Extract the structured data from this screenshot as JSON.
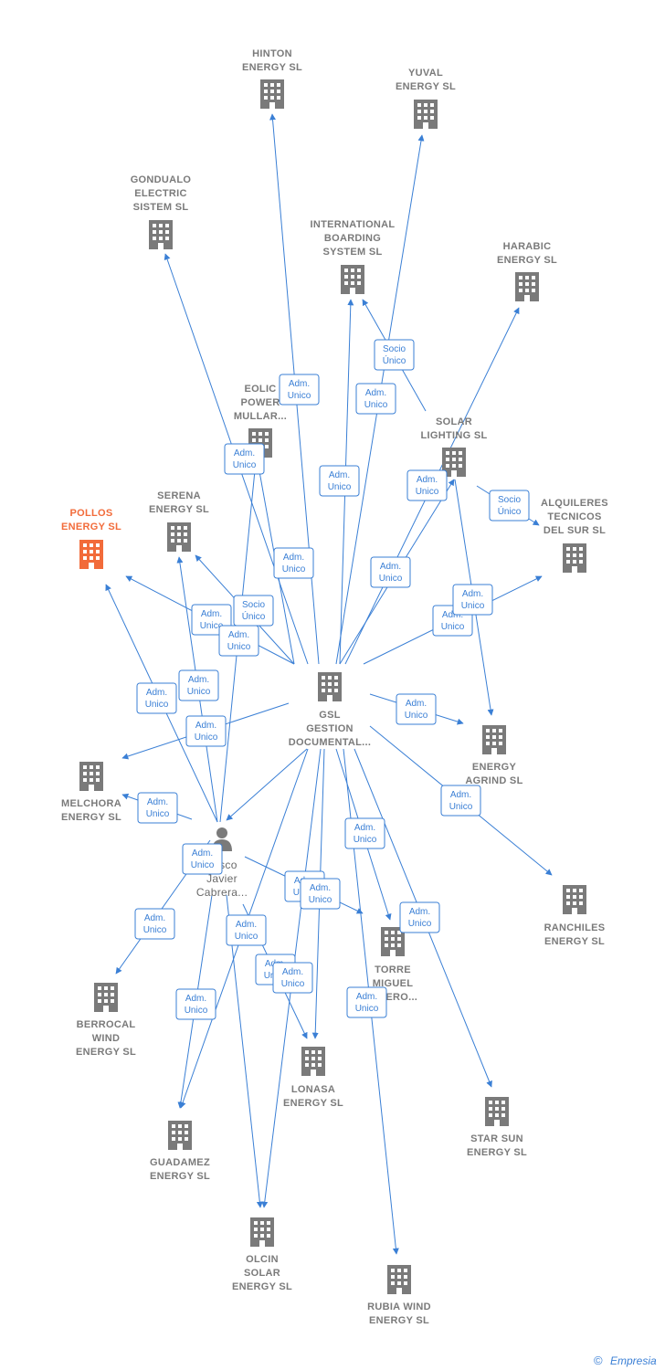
{
  "colors": {
    "edge": "#3a7fd5",
    "building": "#7a7a7a",
    "focus": "#f26b3a",
    "label": "#7a7a7a"
  },
  "nodes": [
    {
      "id": "hinton",
      "lines": [
        "HINTON",
        "ENERGY SL"
      ],
      "icon": "building-icon"
    },
    {
      "id": "yuval",
      "lines": [
        "YUVAL",
        "ENERGY SL"
      ],
      "icon": "building-icon"
    },
    {
      "id": "gondualo",
      "lines": [
        "GONDUALO",
        "ELECTRIC",
        "SISTEM SL"
      ],
      "icon": "building-icon"
    },
    {
      "id": "international",
      "lines": [
        "INTERNATIONAL",
        "BOARDING",
        "SYSTEM SL"
      ],
      "icon": "building-icon"
    },
    {
      "id": "harabic",
      "lines": [
        "HARABIC",
        "ENERGY SL"
      ],
      "icon": "building-icon"
    },
    {
      "id": "eolic",
      "lines": [
        "EOLIC",
        "POWER",
        "MULLAR..."
      ],
      "icon": "building-icon"
    },
    {
      "id": "solar",
      "lines": [
        "SOLAR",
        "LIGHTING SL"
      ],
      "icon": "building-icon"
    },
    {
      "id": "pollos",
      "lines": [
        "POLLOS",
        "ENERGY SL"
      ],
      "icon": "building-icon",
      "focus": true
    },
    {
      "id": "serena",
      "lines": [
        "SERENA",
        "ENERGY SL"
      ],
      "icon": "building-icon"
    },
    {
      "id": "alquileres",
      "lines": [
        "ALQUILERES",
        "TECNICOS",
        "DEL SUR SL"
      ],
      "icon": "building-icon"
    },
    {
      "id": "gsl",
      "lines": [
        "GSL",
        "GESTION",
        "DOCUMENTAL..."
      ],
      "icon": "building-icon"
    },
    {
      "id": "energyagrind",
      "lines": [
        "ENERGY",
        "AGRIND SL"
      ],
      "icon": "building-icon"
    },
    {
      "id": "melchora",
      "lines": [
        "MELCHORA",
        "ENERGY SL"
      ],
      "icon": "building-icon"
    },
    {
      "id": "person",
      "lines": [
        "...isco",
        "Javier",
        "Cabrera..."
      ],
      "icon": "person-icon",
      "person": true
    },
    {
      "id": "ranchiles",
      "lines": [
        "RANCHILES",
        "ENERGY SL"
      ],
      "icon": "building-icon"
    },
    {
      "id": "torre",
      "lines": [
        "TORRE",
        "MIGUEL",
        "...MERO..."
      ],
      "icon": "building-icon"
    },
    {
      "id": "berrocal",
      "lines": [
        "BERROCAL",
        "WIND",
        "ENERGY SL"
      ],
      "icon": "building-icon"
    },
    {
      "id": "lonasa",
      "lines": [
        "LONASA",
        "ENERGY SL"
      ],
      "icon": "building-icon"
    },
    {
      "id": "starsun",
      "lines": [
        "STAR SUN",
        "ENERGY SL"
      ],
      "icon": "building-icon"
    },
    {
      "id": "guadamez",
      "lines": [
        "GUADAMEZ",
        "ENERGY SL"
      ],
      "icon": "building-icon"
    },
    {
      "id": "olcin",
      "lines": [
        "OLCIN",
        "SOLAR",
        "ENERGY SL"
      ],
      "icon": "building-icon"
    },
    {
      "id": "rubia",
      "lines": [
        "RUBIA WIND",
        "ENERGY SL"
      ],
      "icon": "building-icon"
    }
  ],
  "badges": [
    {
      "lines": [
        "Adm.",
        "Unico"
      ]
    },
    {
      "lines": [
        "Socio",
        "Único"
      ]
    },
    {
      "lines": [
        "Adm.",
        "Unico"
      ]
    },
    {
      "lines": [
        "Adm.",
        "Unico"
      ]
    },
    {
      "lines": [
        "Adm.",
        "Unico"
      ]
    },
    {
      "lines": [
        "Adm.",
        "Unico"
      ]
    },
    {
      "lines": [
        "Socio",
        "Único"
      ]
    },
    {
      "lines": [
        "Adm.",
        "Unico"
      ]
    },
    {
      "lines": [
        "Adm.",
        "Unico"
      ]
    },
    {
      "lines": [
        "Adm.",
        "Unico"
      ]
    },
    {
      "lines": [
        "Socio",
        "Único"
      ]
    },
    {
      "lines": [
        "Adm.",
        "Unico"
      ]
    },
    {
      "lines": [
        "Adm.",
        "Unico"
      ]
    },
    {
      "lines": [
        "Adm.",
        "Unico"
      ]
    },
    {
      "lines": [
        "Adm.",
        "Unico"
      ]
    },
    {
      "lines": [
        "Adm.",
        "Unico"
      ]
    },
    {
      "lines": [
        "Adm.",
        "Unico"
      ]
    },
    {
      "lines": [
        "Adm.",
        "Unico"
      ]
    },
    {
      "lines": [
        "Adm.",
        "Unico"
      ]
    },
    {
      "lines": [
        "Adm.",
        "Unico"
      ]
    },
    {
      "lines": [
        "Adm.",
        "Unico"
      ]
    },
    {
      "lines": [
        "Adm.",
        "Unico"
      ]
    },
    {
      "lines": [
        "Adm.",
        "Unico"
      ]
    },
    {
      "lines": [
        "Adm.",
        "Unico"
      ]
    },
    {
      "lines": [
        "Adm.",
        "Unico"
      ]
    },
    {
      "lines": [
        "Adm.",
        "Unico"
      ]
    },
    {
      "lines": [
        "Adm.",
        "Unico"
      ]
    },
    {
      "lines": [
        "Adm.",
        "Unico"
      ]
    },
    {
      "lines": [
        "Adm.",
        "Unico"
      ]
    },
    {
      "lines": [
        "Adm.",
        "Unico"
      ]
    },
    {
      "lines": [
        "Adm.",
        "Unico"
      ]
    }
  ],
  "footer": {
    "copyright": "©",
    "brand": "Empresia"
  }
}
